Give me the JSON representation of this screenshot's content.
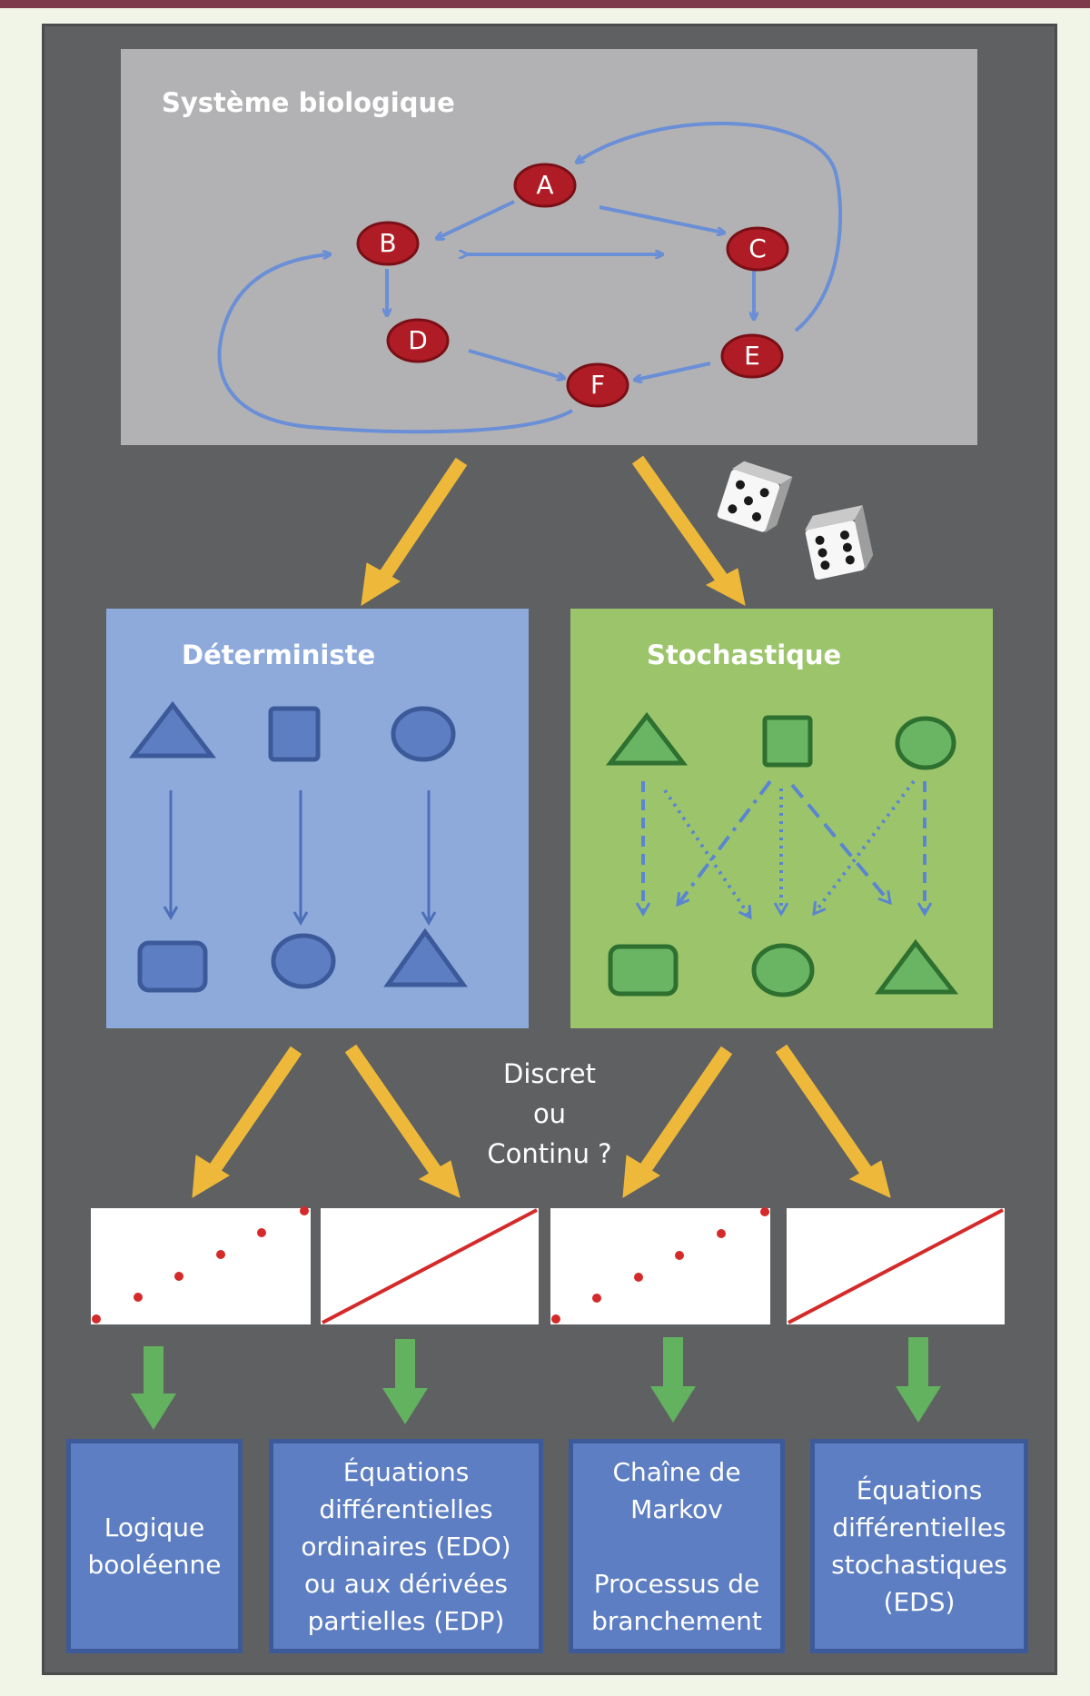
{
  "system": {
    "title": "Système biologique",
    "nodes": [
      {
        "id": "A",
        "label": "A"
      },
      {
        "id": "B",
        "label": "B"
      },
      {
        "id": "C",
        "label": "C"
      },
      {
        "id": "D",
        "label": "D"
      },
      {
        "id": "E",
        "label": "E"
      },
      {
        "id": "F",
        "label": "F"
      }
    ],
    "edges": [
      [
        "A",
        "B"
      ],
      [
        "A",
        "C"
      ],
      [
        "B",
        "C"
      ],
      [
        "C",
        "B"
      ],
      [
        "B",
        "D"
      ],
      [
        "C",
        "E"
      ],
      [
        "D",
        "F"
      ],
      [
        "E",
        "F"
      ],
      [
        "E",
        "A"
      ],
      [
        "F",
        "B"
      ]
    ]
  },
  "deterministic": {
    "title": "Déterministe"
  },
  "stochastic": {
    "title": "Stochastique"
  },
  "question": {
    "line1": "Discret",
    "line2": "ou",
    "line3": "Continu ?"
  },
  "results": [
    {
      "lines": [
        "Logique",
        "booléenne"
      ]
    },
    {
      "lines": [
        "Équations",
        "différentielles",
        "ordinaires (EDO)",
        "ou aux dérivées",
        "partielles (EDP)"
      ]
    },
    {
      "lines": [
        "Chaîne de",
        "Markov"
      ],
      "lines2": [
        "Processus de",
        "branchement"
      ]
    },
    {
      "lines": [
        "Équations",
        "différentielles",
        "stochastiques",
        "(EDS)"
      ]
    }
  ],
  "colors": {
    "node": "#b01c25",
    "network_arrow": "#6a8fd6",
    "yellow_arrow": "#eeb93a",
    "green_arrow": "#62b25f",
    "plot_line": "#d42a2a"
  },
  "icons": [
    "dice-icon",
    "triangle-shape",
    "square-shape",
    "circle-shape"
  ]
}
